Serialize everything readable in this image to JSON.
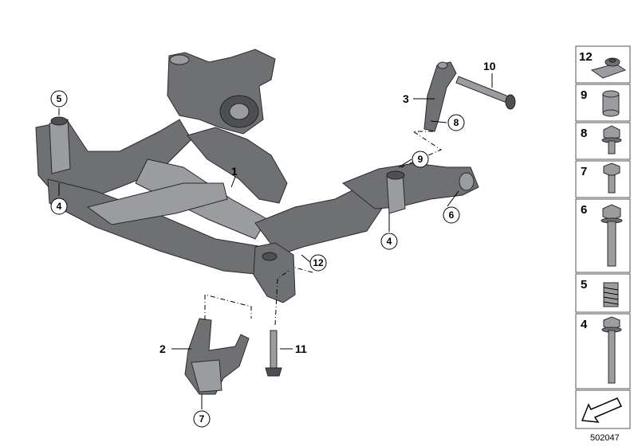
{
  "callouts": {
    "c1": "1",
    "c2": "2",
    "c3": "3",
    "c4a": "4",
    "c4b": "4",
    "c5": "5",
    "c6": "6",
    "c7": "7",
    "c8": "8",
    "c9": "9",
    "c10": "10",
    "c11": "11",
    "c12": "12"
  },
  "parts_panel": [
    {
      "num": "12",
      "icon": "cap-mount-icon"
    },
    {
      "num": "9",
      "icon": "bushing-icon"
    },
    {
      "num": "8",
      "icon": "flange-bolt-short-icon"
    },
    {
      "num": "7",
      "icon": "bolt-short-icon"
    },
    {
      "num": "6",
      "icon": "flange-bolt-long-icon"
    },
    {
      "num": "5",
      "icon": "threaded-insert-icon"
    },
    {
      "num": "4",
      "icon": "bolt-long-icon"
    },
    {
      "num": "",
      "icon": "direction-arrow-icon"
    }
  ],
  "figure_number": "502047"
}
